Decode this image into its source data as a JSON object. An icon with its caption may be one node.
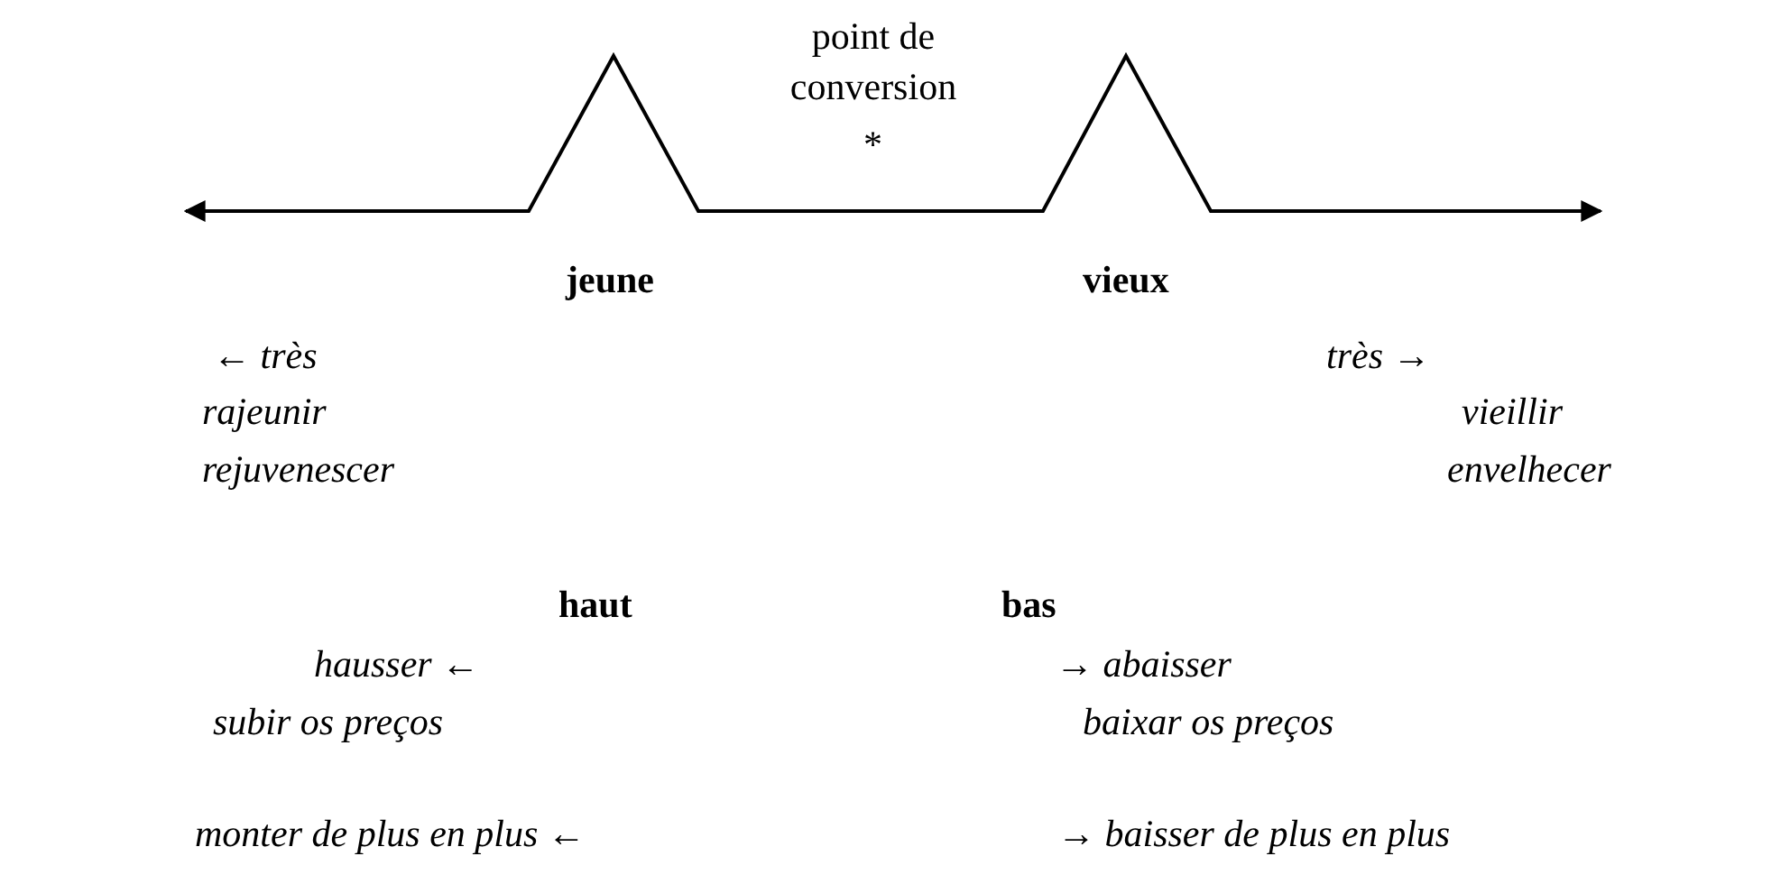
{
  "diagram": {
    "labels": [
      "point de conversion",
      "*",
      "jeune",
      "vieux",
      "← très",
      "très →",
      "rajeunir",
      "vieillir",
      "rejuvenescer",
      "envelhecer",
      "haut",
      "bas",
      "hausser ←",
      "→ abaisser",
      "subir os preços",
      "baixar os preços",
      "monter de plus en plus ←",
      "→ baisser de plus en plus"
    ]
  }
}
